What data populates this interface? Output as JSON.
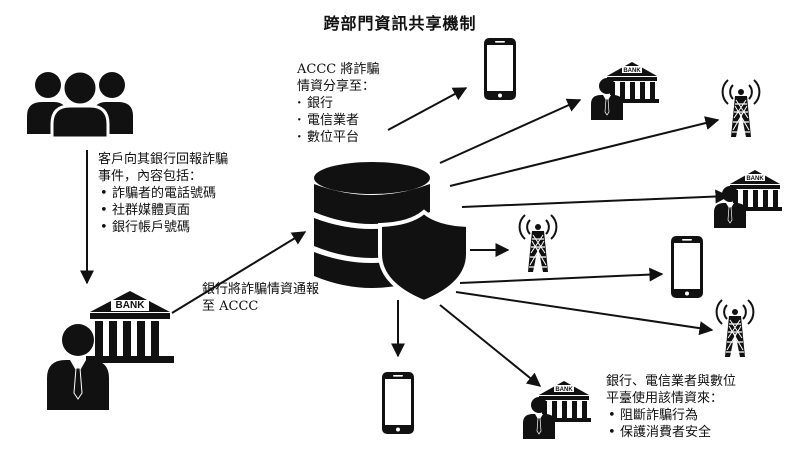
{
  "title": "跨部門資訊共享機制",
  "customer_note": {
    "lines": [
      "客戶向其銀行回報詐騙",
      "事件，內容包括："
    ],
    "items": [
      "詐騙者的電話號碼",
      "社群媒體頁面",
      "銀行帳戶號碼"
    ]
  },
  "bank_to_accc": [
    "銀行將詐騙情資通報",
    "至 ACCC"
  ],
  "accc_note": {
    "lines": [
      "ACCC 將詐騙",
      "情資分享至："
    ],
    "items": [
      "銀行",
      "電信業者",
      "數位平台"
    ]
  },
  "usage_note": {
    "lines": [
      "銀行、電信業者與數位",
      "平臺使用該情資來："
    ],
    "items": [
      "阻斷詐騙行為",
      "保護消費者安全"
    ]
  },
  "bank_sign": "BANK",
  "icons": [
    "users-group-icon",
    "bank-officer-icon",
    "database-shield-icon",
    "smartphone-icon",
    "cell-tower-icon"
  ],
  "colors": {
    "ink": "#111111",
    "background": "#ffffff"
  }
}
